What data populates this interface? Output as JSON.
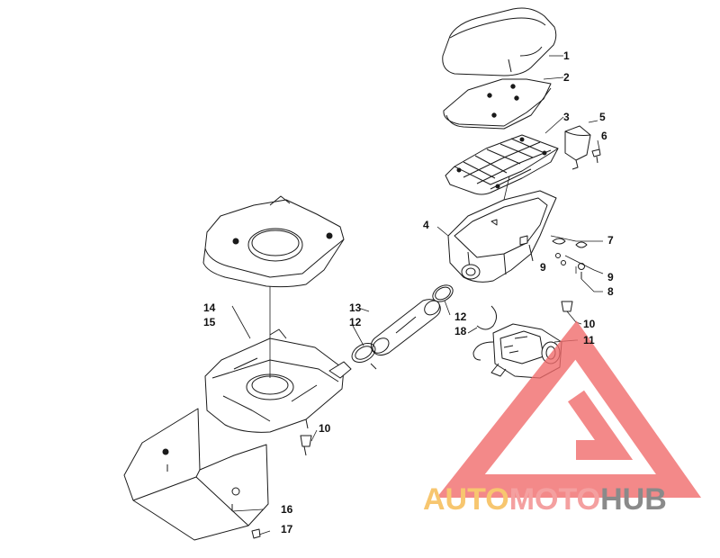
{
  "diagram": {
    "callouts": [
      {
        "id": "c1",
        "text": "1"
      },
      {
        "id": "c2",
        "text": "2"
      },
      {
        "id": "c3",
        "text": "3"
      },
      {
        "id": "c5",
        "text": "5"
      },
      {
        "id": "c6",
        "text": "6"
      },
      {
        "id": "c4",
        "text": "4"
      },
      {
        "id": "c7",
        "text": "7"
      },
      {
        "id": "c9a",
        "text": "9"
      },
      {
        "id": "c9b",
        "text": "9"
      },
      {
        "id": "c8",
        "text": "8"
      },
      {
        "id": "c13",
        "text": "13"
      },
      {
        "id": "c12a",
        "text": "12"
      },
      {
        "id": "c12b",
        "text": "12"
      },
      {
        "id": "c18",
        "text": "18"
      },
      {
        "id": "c10a",
        "text": "10"
      },
      {
        "id": "c11",
        "text": "11"
      },
      {
        "id": "c14",
        "text": "14"
      },
      {
        "id": "c15",
        "text": "15"
      },
      {
        "id": "c10b",
        "text": "10"
      },
      {
        "id": "c16",
        "text": "16"
      },
      {
        "id": "c17",
        "text": "17"
      }
    ]
  },
  "watermark": {
    "part1": "AUTO",
    "part2": "MOTO",
    "part3": "HUB",
    "colors": {
      "part1": "#f7c66f",
      "part2": "#f4a0a0",
      "part3": "#8a8a8a",
      "logo": "#f06b6b"
    }
  }
}
